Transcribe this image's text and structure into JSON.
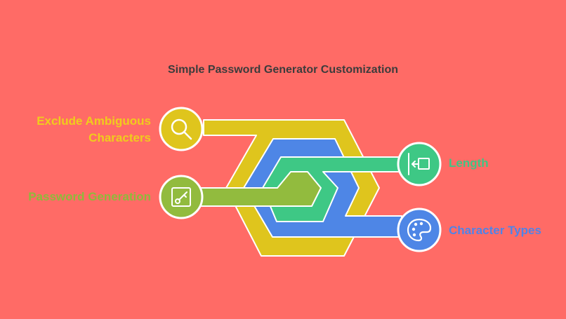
{
  "title": "Simple Password Generator Customization",
  "items": {
    "exclude_ambiguous": {
      "label_line1": "Exclude Ambiguous",
      "label_line2": "Characters",
      "icon": "search-icon",
      "color": "#dfc51d"
    },
    "password_generation": {
      "label": "Password Generation",
      "icon": "key-icon",
      "color": "#92bb3e"
    },
    "length": {
      "label": "Length",
      "icon": "length-slider-icon",
      "color": "#3ec885"
    },
    "character_types": {
      "label": "Character Types",
      "icon": "palette-icon",
      "color": "#4e86e6"
    }
  },
  "colors": {
    "background": "#ff6b66",
    "title": "#3c3c3c",
    "outline": "#ffffff"
  }
}
